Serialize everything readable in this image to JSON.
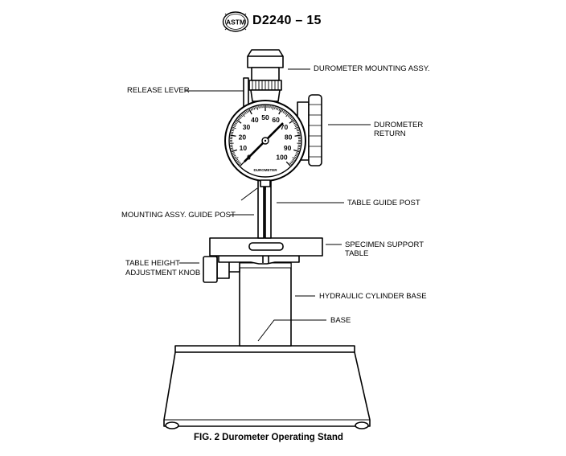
{
  "header": {
    "logo_text": "ASTM",
    "designation": "D2240 – 15"
  },
  "labels": {
    "mounting_assy": "DUROMETER MOUNTING ASSY.",
    "release_lever": "RELEASE LEVER",
    "durometer_return_1": "DUROMETER",
    "durometer_return_2": "RETURN",
    "table_guide_post": "TABLE GUIDE POST",
    "mounting_guide_post": "MOUNTING ASSY. GUIDE POST",
    "specimen_support_1": "SPECIMEN SUPPORT",
    "specimen_support_2": "TABLE",
    "table_height_1": "TABLE HEIGHT",
    "table_height_2": "ADJUSTMENT KNOB",
    "hydraulic_base": "HYDRAULIC CYLINDER BASE",
    "base": "BASE"
  },
  "gauge": {
    "brand": "DUROMETER",
    "scale": [
      "0",
      "10",
      "20",
      "30",
      "40",
      "50",
      "60",
      "70",
      "80",
      "90",
      "100"
    ],
    "reading": 0
  },
  "caption": "FIG. 2 Durometer Operating Stand"
}
